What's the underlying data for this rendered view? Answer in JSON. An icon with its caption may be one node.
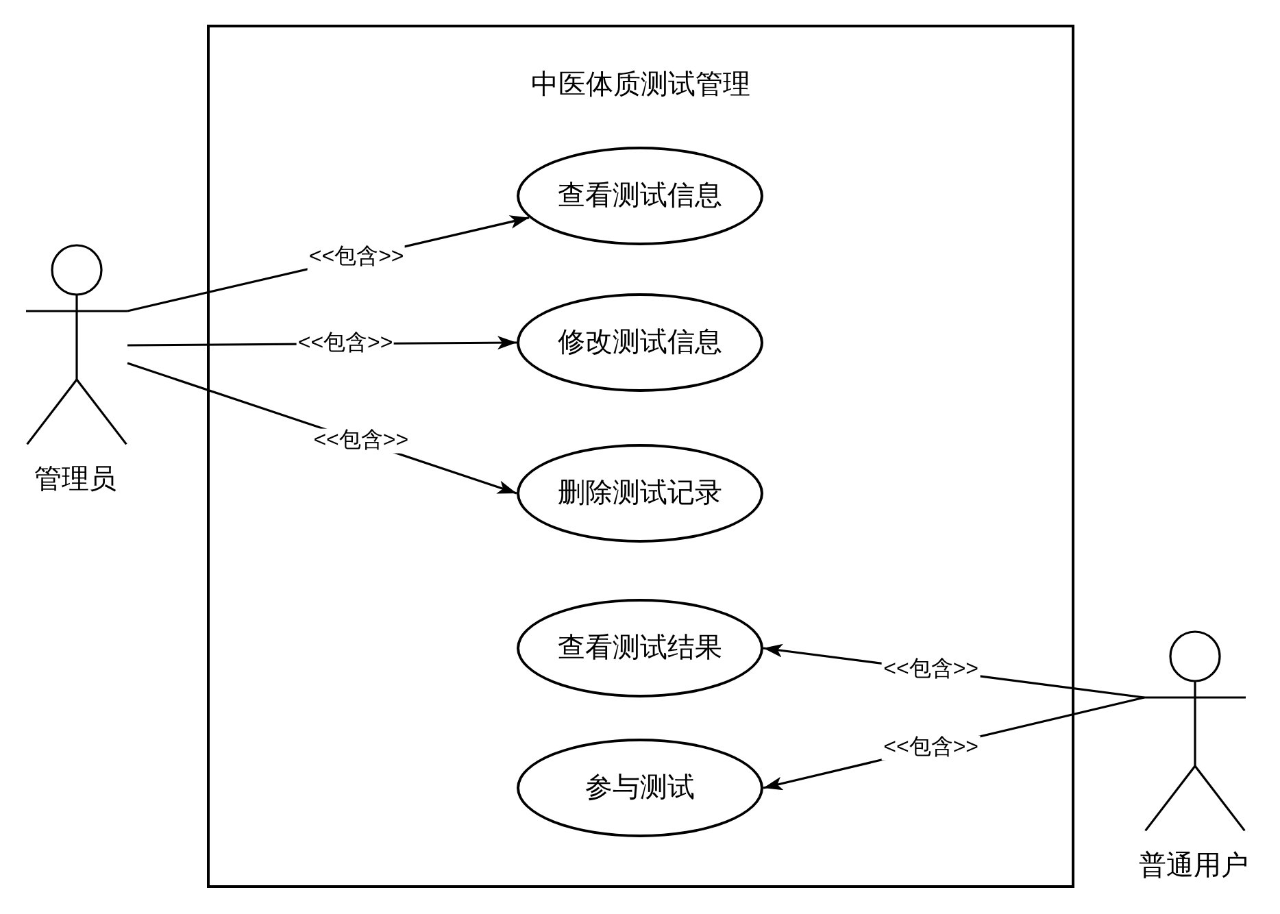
{
  "diagram": {
    "nodes": [
      {
        "text": [],
        "shape": "person",
        "beside": [
          "管理员"
        ]
      },
      {
        "text": [
          "中医体质测试管理"
        ]
      },
      {
        "text": [
          "查看测试信息"
        ],
        "in": 1
      },
      {
        "text": [
          "修改测试信息"
        ],
        "in": 1
      },
      {
        "text": [
          "删除测试记录"
        ],
        "in": 1
      },
      {
        "text": [
          "查看测试结果"
        ],
        "in": 1
      },
      {
        "text": [
          "参与测试"
        ],
        "in": 1
      },
      {
        "text": [],
        "shape": "person",
        "beside": [
          "普通用户"
        ]
      }
    ],
    "edges": [
      {
        "from": 0,
        "to": 2,
        "arrow": "to",
        "label": "<<包含>>"
      },
      {
        "from": 0,
        "to": 3,
        "arrow": "to",
        "label": "<<包含>>"
      },
      {
        "from": 0,
        "to": 4,
        "arrow": "to",
        "label": "<<包含>>"
      },
      {
        "from": 7,
        "to": 5,
        "arrow": "to",
        "label": "<<包含>>"
      },
      {
        "from": 7,
        "to": 6,
        "arrow": "to",
        "label": "<<包含>>"
      }
    ]
  }
}
